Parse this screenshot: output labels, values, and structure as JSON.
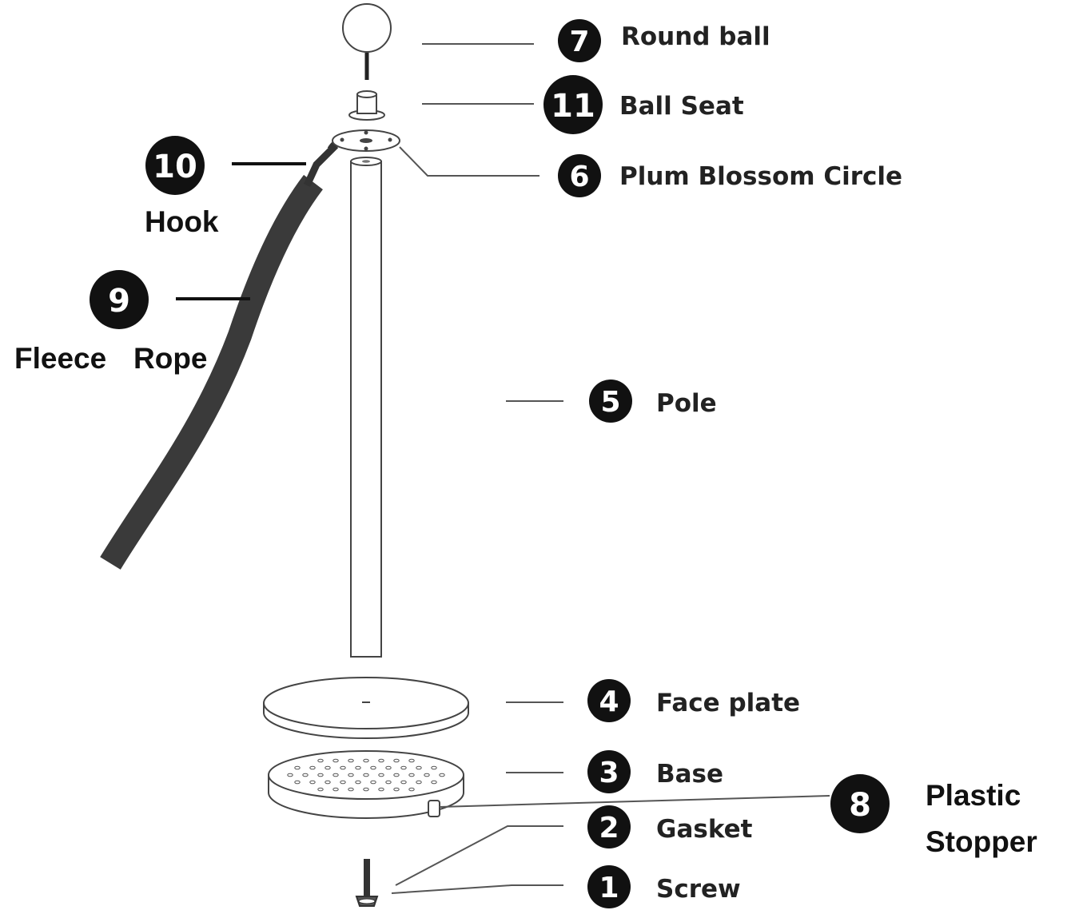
{
  "parts": [
    {
      "id": "ball",
      "number": "7",
      "label": "Round ball"
    },
    {
      "id": "seat",
      "number": "11",
      "label": "Ball Seat"
    },
    {
      "id": "circle",
      "number": "6",
      "label": "Plum Blossom Circle"
    },
    {
      "id": "pole",
      "number": "5",
      "label": "Pole"
    },
    {
      "id": "face",
      "number": "4",
      "label": "Face plate"
    },
    {
      "id": "base",
      "number": "3",
      "label": "Base"
    },
    {
      "id": "gasket",
      "number": "2",
      "label": "Gasket"
    },
    {
      "id": "screw",
      "number": "1",
      "label": "Screw"
    },
    {
      "id": "hook",
      "number": "10",
      "label": "Hook"
    },
    {
      "id": "rope",
      "number": "9",
      "label_word1": "Fleece",
      "label_word2": "Rope"
    },
    {
      "id": "stopper",
      "number": "8",
      "label_line1": "Plastic",
      "label_line2": "Stopper"
    }
  ],
  "colors": {
    "badge": "#111111",
    "rope": "#3a3a3a",
    "line": "#555555"
  }
}
